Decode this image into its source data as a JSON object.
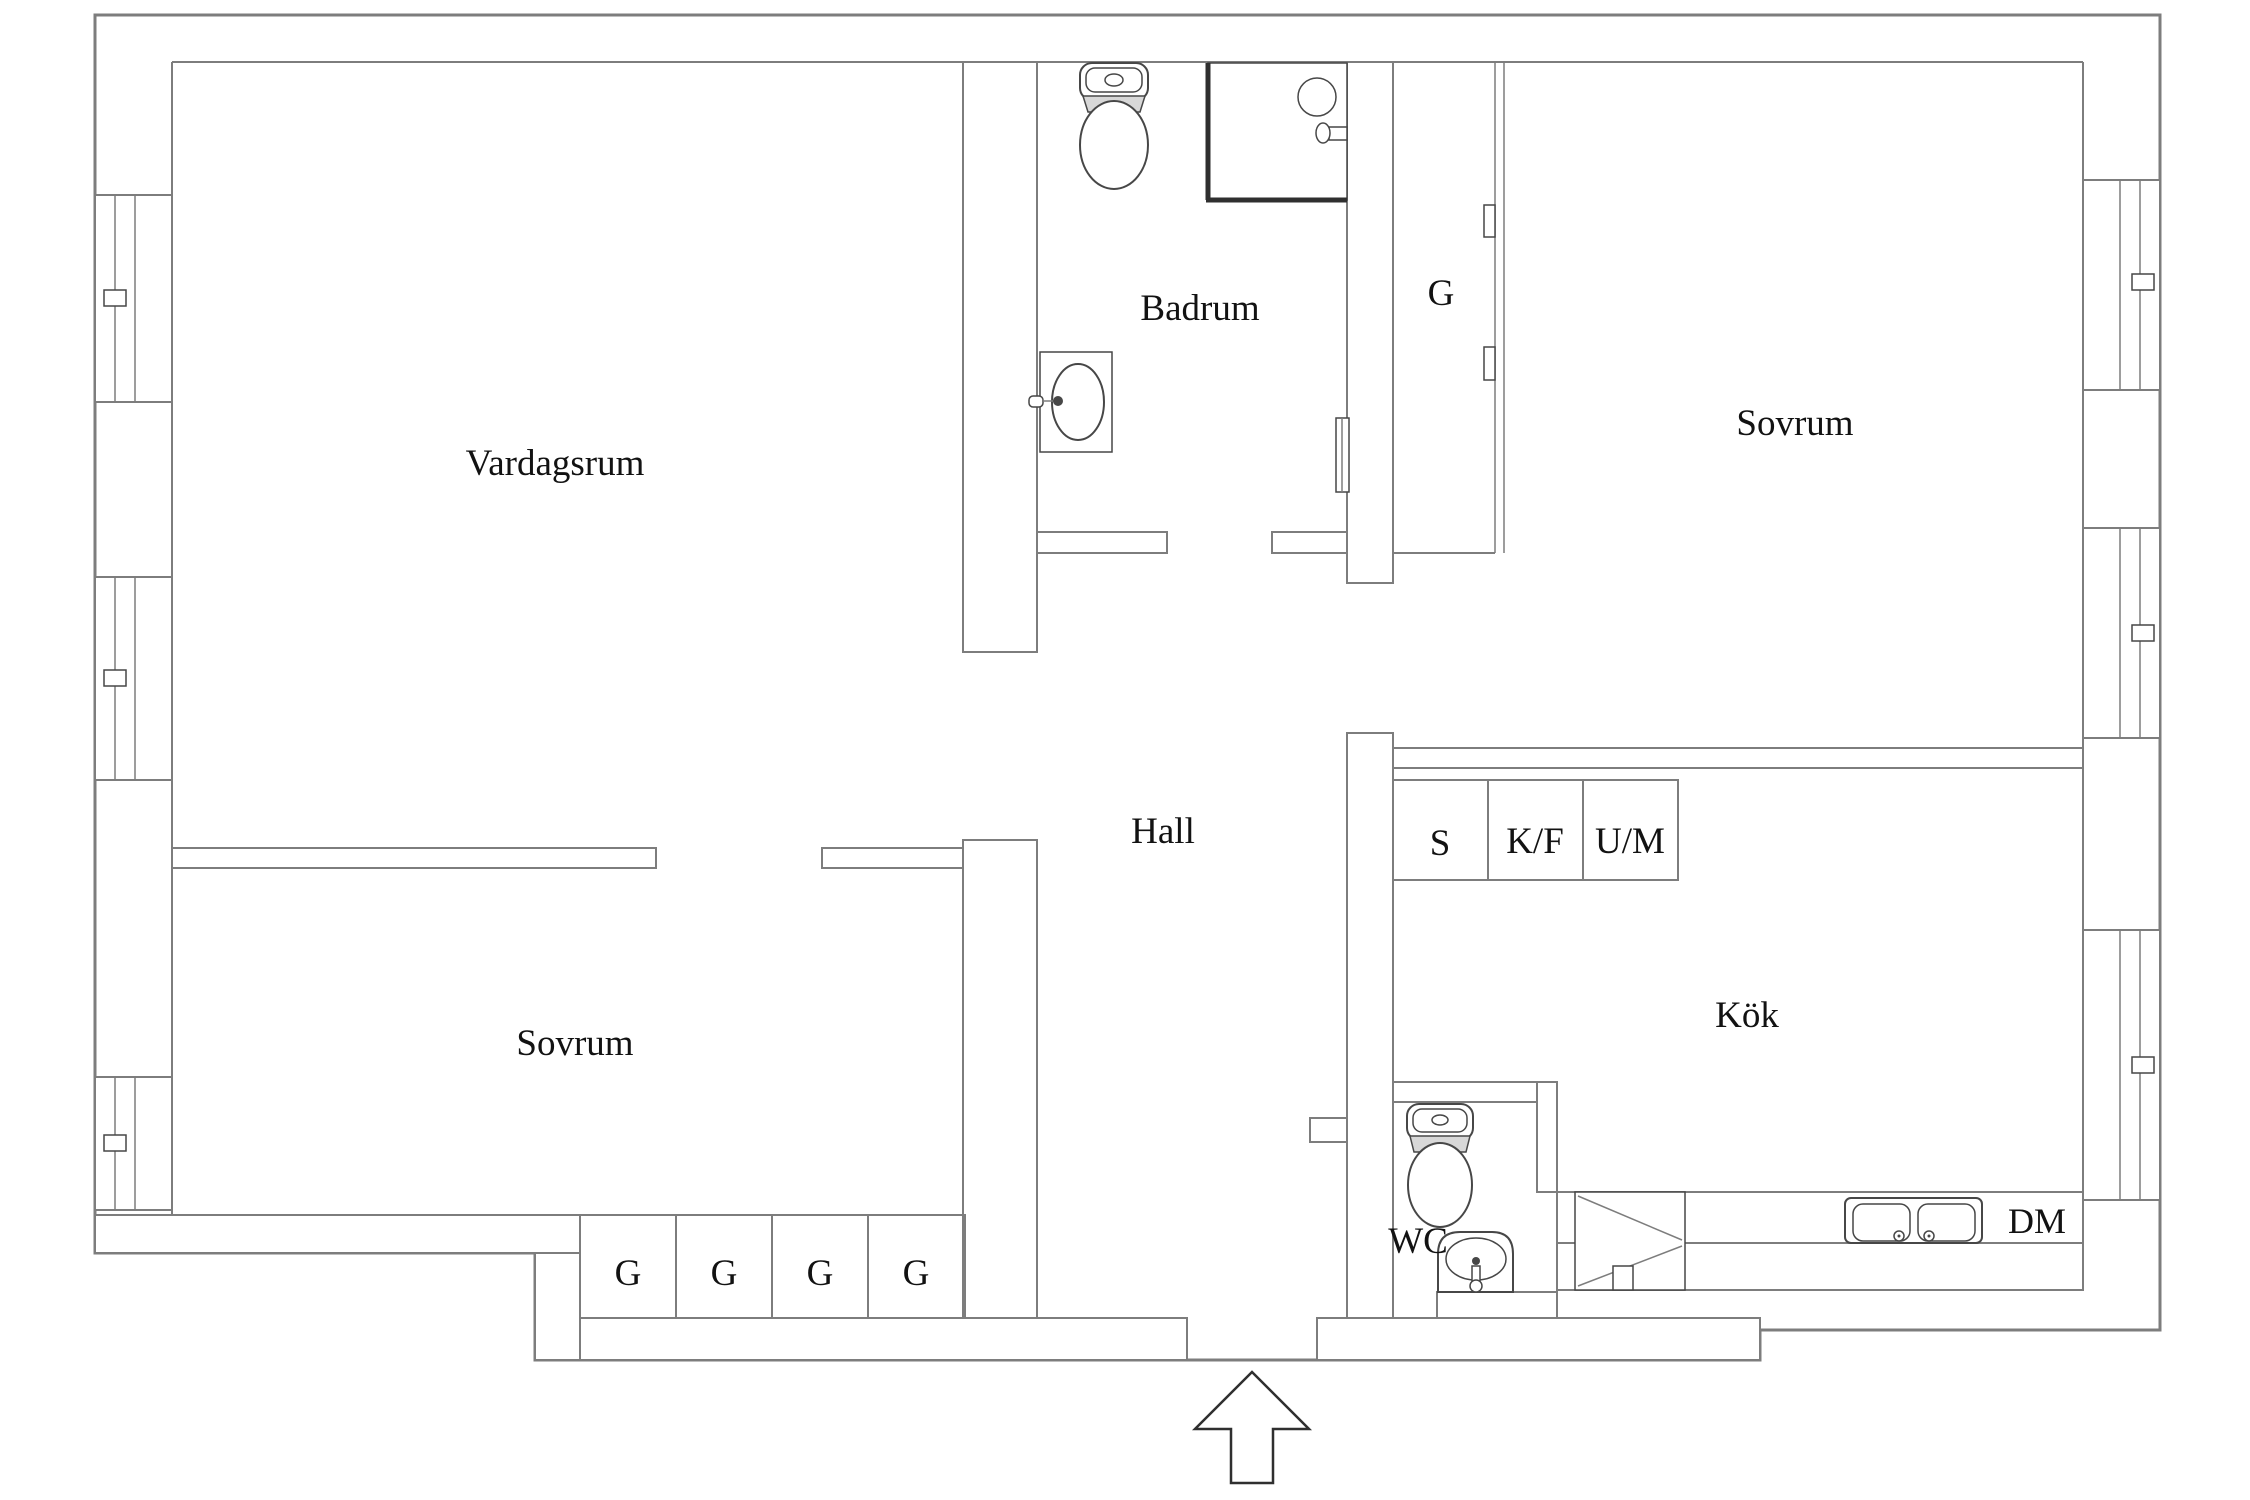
{
  "colors": {
    "background": "#ffffff",
    "wall_line": "#7d7d7d",
    "dark_line": "#2f2f2f",
    "text": "#121212",
    "fixture_line": "#474747"
  },
  "rooms": {
    "vardagsrum": {
      "label": "Vardagsrum"
    },
    "badrum": {
      "label": "Badrum"
    },
    "sovrum_ne": {
      "label": "Sovrum"
    },
    "sovrum_sw": {
      "label": "Sovrum"
    },
    "hall": {
      "label": "Hall"
    },
    "kok": {
      "label": "Kök"
    },
    "wc": {
      "label": "WC"
    }
  },
  "closets": {
    "wardrobe_top": {
      "label": "G"
    },
    "wardrobe_row": [
      {
        "label": "G"
      },
      {
        "label": "G"
      },
      {
        "label": "G"
      },
      {
        "label": "G"
      }
    ]
  },
  "kitchen": {
    "units": [
      {
        "label": "S"
      },
      {
        "label": "K/F"
      },
      {
        "label": "U/M"
      }
    ],
    "dishwasher_label": "DM"
  }
}
